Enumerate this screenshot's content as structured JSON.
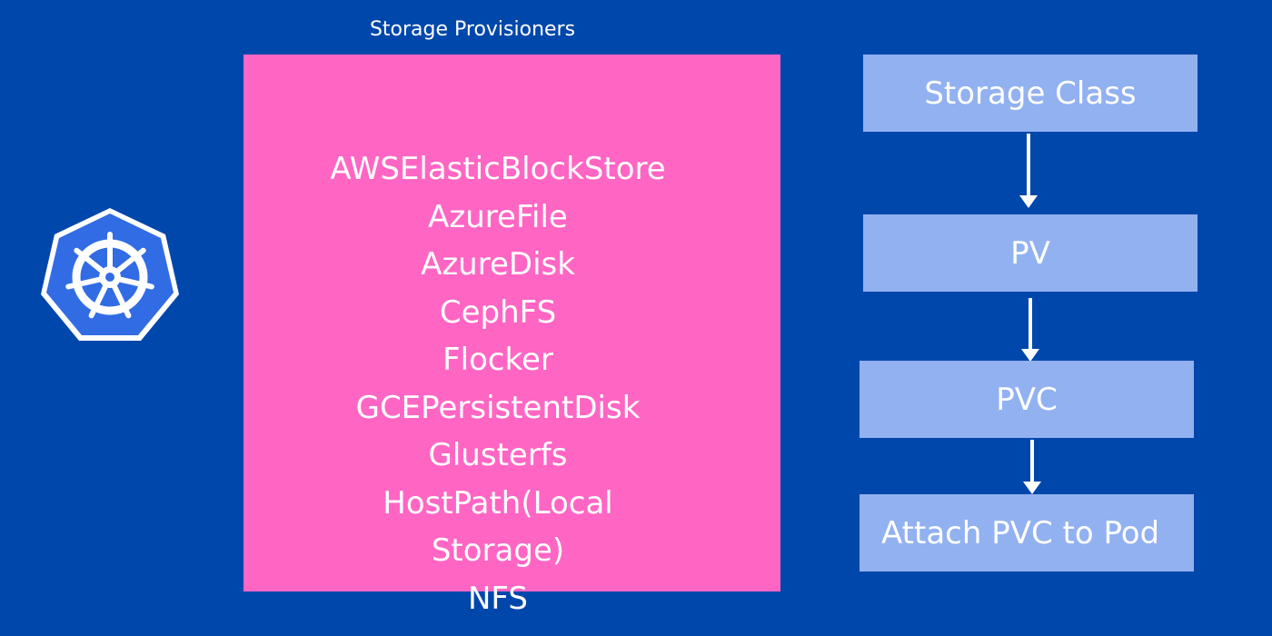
{
  "diagram": {
    "colors": {
      "background": "#0047AB",
      "provider_box": "#FF66C4",
      "flow_box": "#92B1F0",
      "text": "#FFFFFF"
    },
    "logo": {
      "icon": "kubernetes-helm-wheel-icon",
      "color": "#326CE5"
    },
    "provisioners": {
      "caption": "Storage Provisioners",
      "items": [
        "AWSElasticBlockStore",
        "AzureFile",
        "AzureDisk",
        "CephFS",
        "Flocker",
        "GCEPersistentDisk",
        "Glusterfs",
        "HostPath(Local",
        "Storage)",
        "NFS"
      ]
    },
    "flow": {
      "steps": [
        "Storage Class",
        "PV",
        "PVC",
        "Attach PVC to Pod"
      ]
    }
  }
}
